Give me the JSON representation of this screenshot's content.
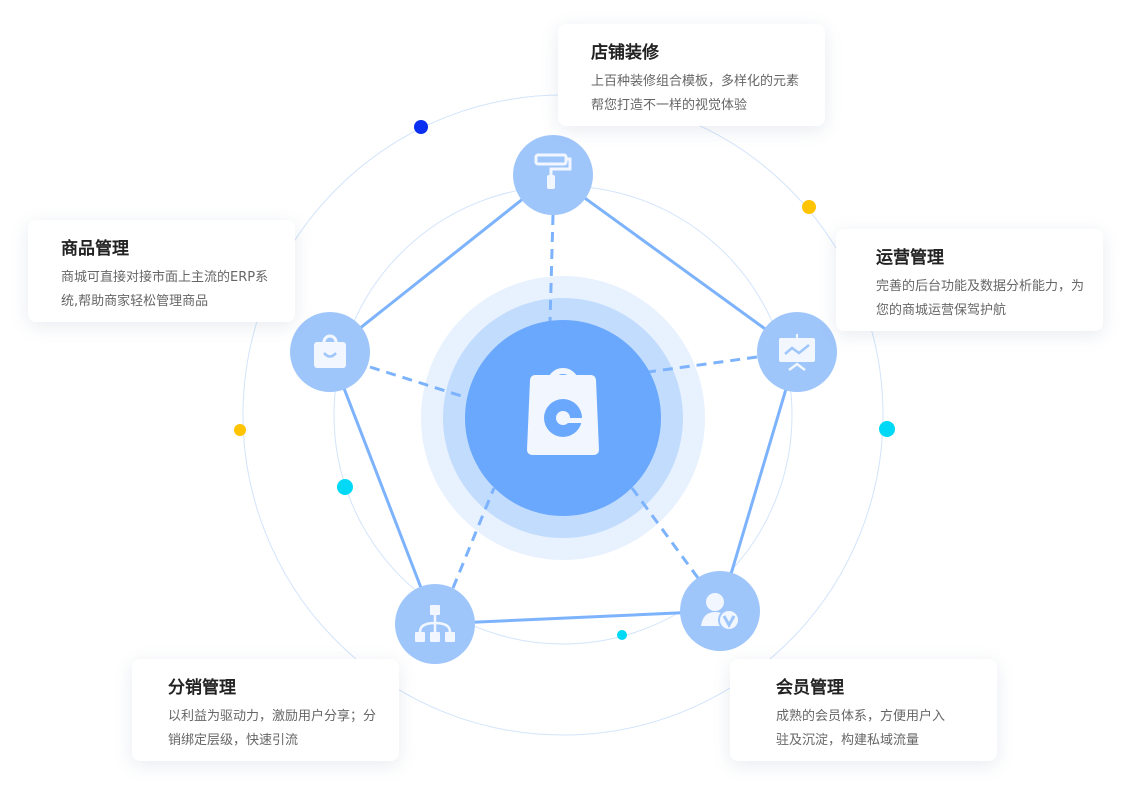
{
  "center": {
    "icon": "shopping-bag-e-icon"
  },
  "colors": {
    "primary": "#6aa8fd",
    "node": "#9fc6fb",
    "line": "#7db3fc",
    "dot_blue": "#0a2ff0",
    "dot_yellow": "#ffc300",
    "dot_cyan": "#00d9f5"
  },
  "features": [
    {
      "id": "store-decoration",
      "title": "店铺装修",
      "desc": "上百种装修组合模板，多样化的元素帮您打造不一样的视觉体验",
      "icon": "paint-roller-icon"
    },
    {
      "id": "operations",
      "title": "运营管理",
      "desc": "完善的后台功能及数据分析能力，为您的商城运营保驾护航",
      "icon": "presentation-chart-icon"
    },
    {
      "id": "members",
      "title": "会员管理",
      "desc": "成熟的会员体系，方便用户入驻及沉淀，构建私域流量",
      "icon": "member-vip-icon"
    },
    {
      "id": "distribution",
      "title": "分销管理",
      "desc": "以利益为驱动力，激励用户分享；分销绑定层级，快速引流",
      "icon": "hierarchy-icon"
    },
    {
      "id": "products",
      "title": "商品管理",
      "desc": "商城可直接对接市面上主流的ERP系统,帮助商家轻松管理商品",
      "icon": "shopping-bag-icon"
    }
  ]
}
